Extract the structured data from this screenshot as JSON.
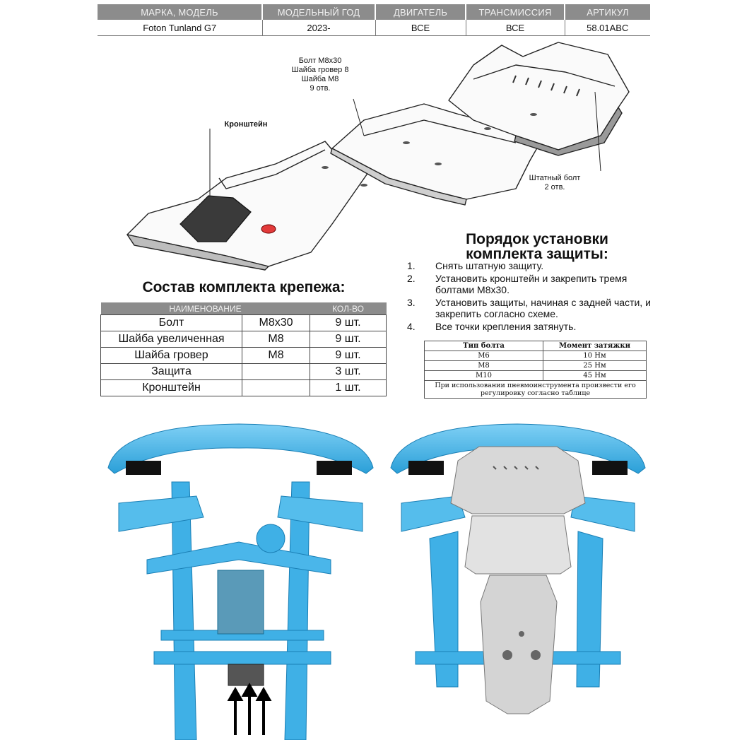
{
  "spec_table": {
    "headers": [
      "МАРКА, МОДЕЛЬ",
      "МОДЕЛЬНЫЙ ГОД",
      "ДВИГАТЕЛЬ",
      "ТРАНСМИССИЯ",
      "АРТИКУЛ"
    ],
    "row": [
      "Foton Tunland G7",
      "2023-",
      "ВСЕ",
      "ВСЕ",
      "58.01ABC"
    ]
  },
  "callouts": {
    "bolts": [
      "Болт М8х30",
      "Шайба гровер 8",
      "Шайба М8",
      "9 отв."
    ],
    "bracket": "Кронштейн",
    "stock_bolt": [
      "Штатный болт",
      "2 отв."
    ]
  },
  "kit": {
    "title": "Состав комплекта крепежа:",
    "headers": [
      "НАИМЕНОВАНИЕ",
      "КОЛ-ВО"
    ],
    "rows": [
      {
        "name": "Болт",
        "size": "М8х30",
        "qty": "9 шт."
      },
      {
        "name": "Шайба увеличенная",
        "size": "М8",
        "qty": "9 шт."
      },
      {
        "name": "Шайба гровер",
        "size": "М8",
        "qty": "9 шт."
      },
      {
        "name": "Защита",
        "size": "",
        "qty": "3 шт."
      },
      {
        "name": "Кронштейн",
        "size": "",
        "qty": "1 шт."
      }
    ]
  },
  "install": {
    "title_line1": "Порядок установки",
    "title_line2": "комплекта защиты:",
    "steps": [
      {
        "n": "1.",
        "text": "Снять штатную защиту."
      },
      {
        "n": "2.",
        "text": "Установить кронштейн и закрепить тремя болтами М8х30."
      },
      {
        "n": "3.",
        "text": "Установить защиты, начиная с задней части, и закрепить согласно схеме."
      },
      {
        "n": "4.",
        "text": "Все точки крепления затянуть."
      }
    ]
  },
  "torque": {
    "headers": [
      "Тип болта",
      "Момент затяжки"
    ],
    "rows": [
      [
        "М6",
        "10 Нм"
      ],
      [
        "М8",
        "25 Нм"
      ],
      [
        "М10",
        "45 Нм"
      ]
    ],
    "note": "При использовании пневмоинструмента произвести его регулировку согласно таблице"
  },
  "colors": {
    "header_gray": "#8c8c8c",
    "chassis_blue": "#3fb0e6",
    "plate_silver": "#d8d8d8",
    "bracket_dark": "#3a3a3a"
  }
}
